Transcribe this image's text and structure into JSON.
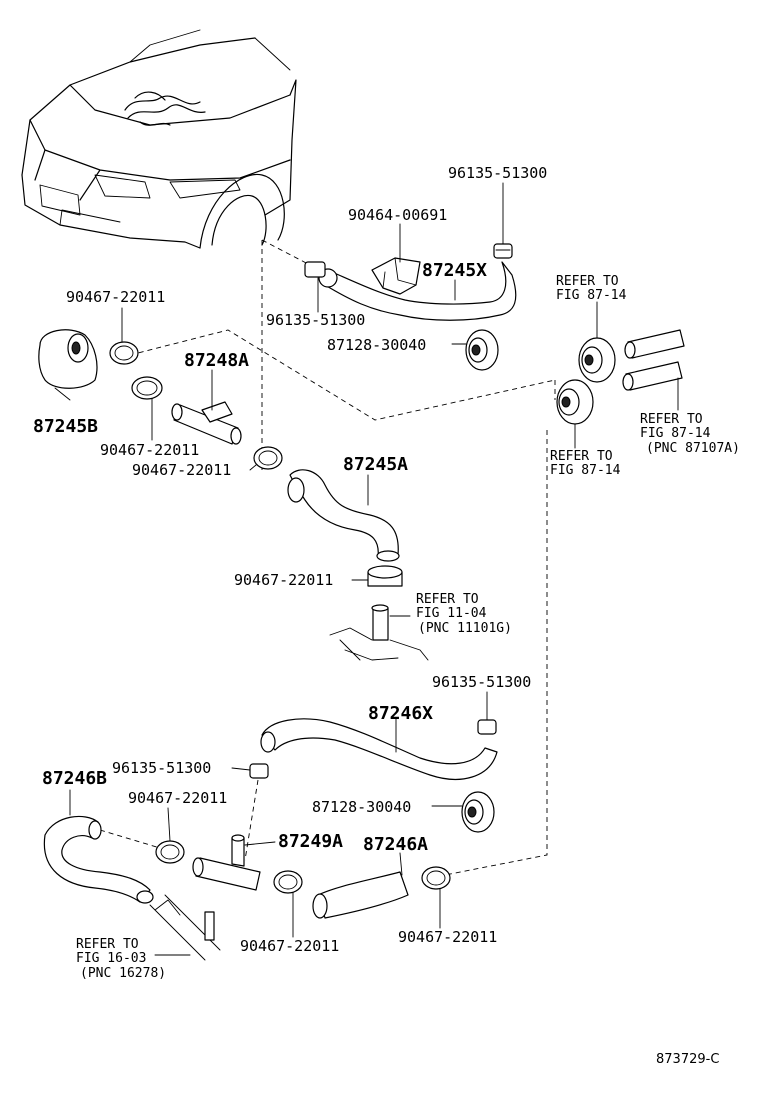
{
  "labels": {
    "p_96135_top": "96135-51300",
    "p_90464": "90464-00691",
    "p_87245X": "87245X",
    "p_96135_left": "96135-51300",
    "p_87128_top": "87128-30040",
    "p_90467_a": "90467-22011",
    "p_87248A": "87248A",
    "p_87245B": "87245B",
    "p_90467_b": "90467-22011",
    "p_90467_c": "90467-22011",
    "p_87245A": "87245A",
    "p_90467_d": "90467-22011",
    "p_96135_mid": "96135-51300",
    "p_87246X": "87246X",
    "p_96135_low": "96135-51300",
    "p_87246B": "87246B",
    "p_90467_e": "90467-22011",
    "p_87128_low": "87128-30040",
    "p_87249A": "87249A",
    "p_87246A": "87246A",
    "p_90467_f": "90467-22011",
    "p_90467_g": "90467-22011"
  },
  "refs": {
    "r1_a": "REFER TO",
    "r1_b": "FIG 87-14",
    "r2_a": "REFER TO",
    "r2_b": "FIG 87-14",
    "r2_c": "(PNC 87107A)",
    "r3_a": "REFER TO",
    "r3_b": "FIG 87-14",
    "r4_a": "REFER TO",
    "r4_b": "FIG 11-04",
    "r4_c": "(PNC 11101G)",
    "r5_a": "REFER TO",
    "r5_b": "FIG 16-03",
    "r5_c": "(PNC 16278)"
  },
  "figure_id": "873729-C"
}
